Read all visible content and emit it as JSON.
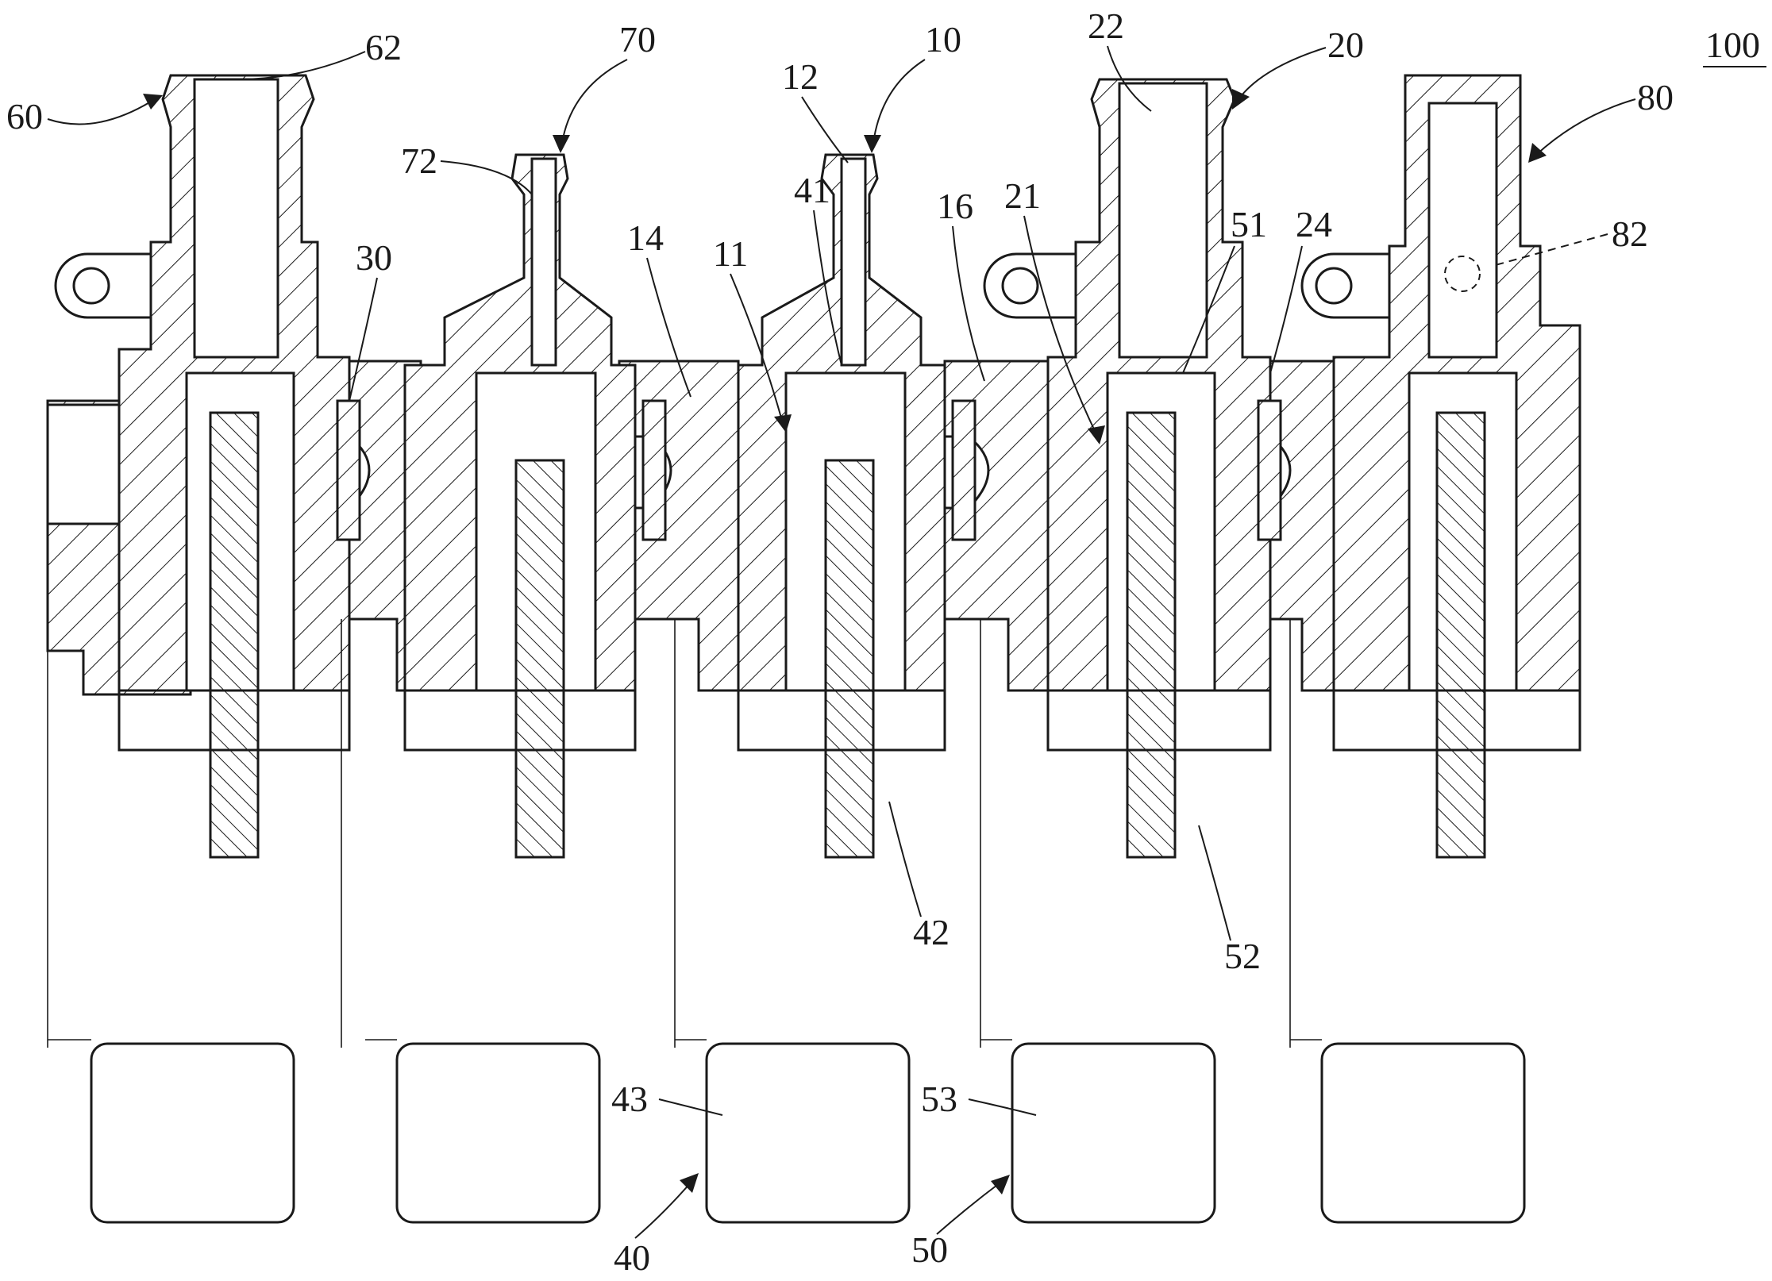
{
  "figure_number": "100",
  "labels": [
    {
      "id": "60",
      "text": "60"
    },
    {
      "id": "62",
      "text": "62"
    },
    {
      "id": "70",
      "text": "70"
    },
    {
      "id": "72",
      "text": "72"
    },
    {
      "id": "30",
      "text": "30"
    },
    {
      "id": "14",
      "text": "14"
    },
    {
      "id": "11",
      "text": "11"
    },
    {
      "id": "41",
      "text": "41"
    },
    {
      "id": "12",
      "text": "12"
    },
    {
      "id": "10",
      "text": "10"
    },
    {
      "id": "16",
      "text": "16"
    },
    {
      "id": "21",
      "text": "21"
    },
    {
      "id": "22",
      "text": "22"
    },
    {
      "id": "20",
      "text": "20"
    },
    {
      "id": "51",
      "text": "51"
    },
    {
      "id": "24",
      "text": "24"
    },
    {
      "id": "80",
      "text": "80"
    },
    {
      "id": "82",
      "text": "82"
    },
    {
      "id": "42",
      "text": "42"
    },
    {
      "id": "52",
      "text": "52"
    },
    {
      "id": "43",
      "text": "43"
    },
    {
      "id": "53",
      "text": "53"
    },
    {
      "id": "40",
      "text": "40"
    },
    {
      "id": "50",
      "text": "50"
    }
  ]
}
